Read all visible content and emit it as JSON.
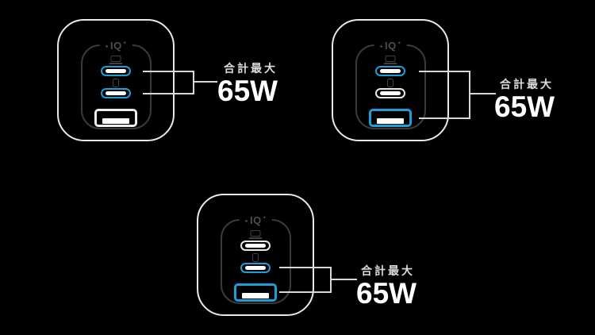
{
  "colors": {
    "background": "#000000",
    "accent_blue": "#1b9fd8",
    "shell_stroke": "#e9e9e9",
    "panel_stroke": "#3a3a3a",
    "bracket_line": "#d8d8d8",
    "callout_label_text": "#dcdcdc",
    "callout_value_text": "#ffffff",
    "iq_badge_text": "#4d4d4d"
  },
  "chargers": [
    {
      "position": "top-left",
      "iq_badge": {
        "left_glyph": "✦",
        "text": "IQ",
        "right_glyph": "✦"
      },
      "ports": [
        {
          "type": "usb-c",
          "icon": "laptop-icon",
          "highlighted": true
        },
        {
          "type": "usb-c",
          "icon": "phone-icon",
          "highlighted": true
        },
        {
          "type": "usb-a",
          "highlighted": false
        }
      ],
      "callout": {
        "label": "合計最大",
        "value": "65W"
      }
    },
    {
      "position": "top-right",
      "iq_badge": {
        "left_glyph": "✦",
        "text": "IQ",
        "right_glyph": "✦"
      },
      "ports": [
        {
          "type": "usb-c",
          "icon": "laptop-icon",
          "highlighted": true
        },
        {
          "type": "usb-c",
          "icon": "phone-icon",
          "highlighted": false
        },
        {
          "type": "usb-a",
          "highlighted": true
        }
      ],
      "callout": {
        "label": "合計最大",
        "value": "65W"
      }
    },
    {
      "position": "bottom-center",
      "iq_badge": {
        "left_glyph": "✦",
        "text": "IQ",
        "right_glyph": "✦"
      },
      "ports": [
        {
          "type": "usb-c",
          "icon": "laptop-icon",
          "highlighted": false
        },
        {
          "type": "usb-c",
          "icon": "phone-icon",
          "highlighted": true
        },
        {
          "type": "usb-a",
          "highlighted": true
        }
      ],
      "callout": {
        "label": "合計最大",
        "value": "65W"
      }
    }
  ]
}
